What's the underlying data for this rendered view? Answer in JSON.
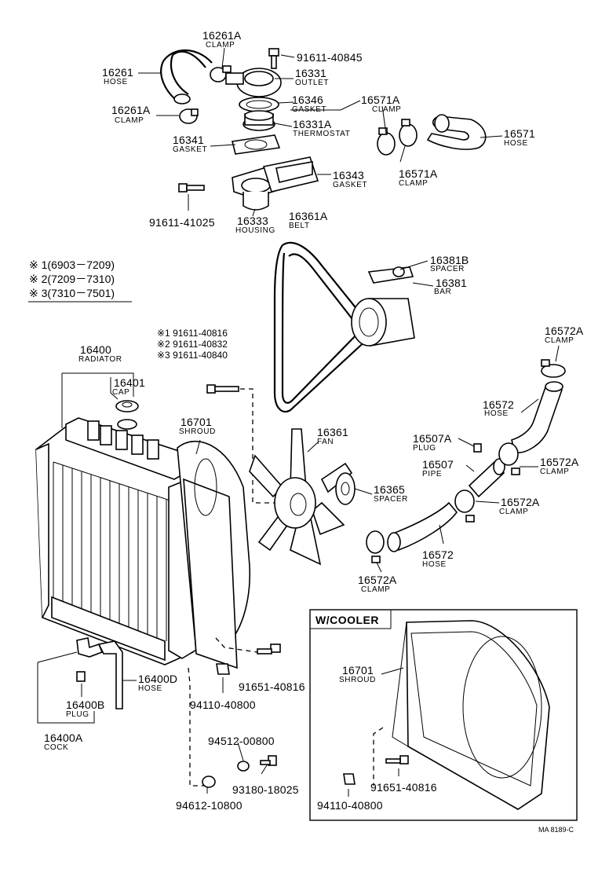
{
  "labels": {
    "p16261A_top": {
      "num": "16261A",
      "name": "CLAMP"
    },
    "p91611_40845": {
      "num": "91611-40845"
    },
    "p16261": {
      "num": "16261",
      "name": "HOSE"
    },
    "p16331": {
      "num": "16331",
      "name": "OUTLET"
    },
    "p16261A_low": {
      "num": "16261A",
      "name": "CLAMP"
    },
    "p16346": {
      "num": "16346",
      "name": "GASKET"
    },
    "p16571A_top": {
      "num": "16571A",
      "name": "CLAMP"
    },
    "p16331A": {
      "num": "16331A",
      "name": "THERMOSTAT"
    },
    "p16571": {
      "num": "16571",
      "name": "HOSE"
    },
    "p16341": {
      "num": "16341",
      "name": "GASKET"
    },
    "p16343": {
      "num": "16343",
      "name": "GASKET"
    },
    "p16571A_low": {
      "num": "16571A",
      "name": "CLAMP"
    },
    "p91611_41025": {
      "num": "91611-41025"
    },
    "p16333": {
      "num": "16333",
      "name": "HOUSING"
    },
    "p16361A": {
      "num": "16361A",
      "name": "BELT"
    },
    "p16381B": {
      "num": "16381B",
      "name": "SPACER"
    },
    "p16381": {
      "num": "16381",
      "name": "BAR"
    },
    "p16572A_top": {
      "num": "16572A",
      "name": "CLAMP"
    },
    "p16400": {
      "num": "16400",
      "name": "RADIATOR"
    },
    "p16401": {
      "num": "16401",
      "name": "CAP"
    },
    "p16701": {
      "num": "16701",
      "name": "SHROUD"
    },
    "p16361": {
      "num": "16361",
      "name": "FAN"
    },
    "p16572": {
      "num": "16572",
      "name": "HOSE"
    },
    "p16507A": {
      "num": "16507A",
      "name": "PLUG"
    },
    "p16507": {
      "num": "16507",
      "name": "PIPE"
    },
    "p16572A_mid": {
      "num": "16572A",
      "name": "CLAMP"
    },
    "p16365": {
      "num": "16365",
      "name": "SPACER"
    },
    "p16572A_low": {
      "num": "16572A",
      "name": "CLAMP"
    },
    "p16572_low": {
      "num": "16572",
      "name": "HOSE"
    },
    "p16572A_bot": {
      "num": "16572A",
      "name": "CLAMP"
    },
    "p16400D": {
      "num": "16400D",
      "name": "HOSE"
    },
    "p16400B": {
      "num": "16400B",
      "name": "PLUG"
    },
    "p16400A": {
      "num": "16400A",
      "name": "COCK"
    },
    "p91651_40816": {
      "num": "91651-40816"
    },
    "p94110_40800": {
      "num": "94110-40800"
    },
    "p94512_00800": {
      "num": "94512-00800"
    },
    "p93180_18025": {
      "num": "93180-18025"
    },
    "p94612_10800": {
      "num": "94612-10800"
    },
    "p16701_cooler": {
      "num": "16701",
      "name": "SHROUD"
    },
    "p91651_40816_cooler": {
      "num": "91651-40816"
    },
    "p94110_40800_cooler": {
      "num": "94110-40800"
    }
  },
  "bolt_variants": [
    "※1 91611-40816",
    "※2 91611-40832",
    "※3 91611-40840"
  ],
  "legend": [
    "※ 1(6903－7209)",
    "※ 2(7209－7310)",
    "※ 3(7310－7501)"
  ],
  "cooler_box_title": "W/COOLER",
  "footer_code": "MA 8189-C"
}
